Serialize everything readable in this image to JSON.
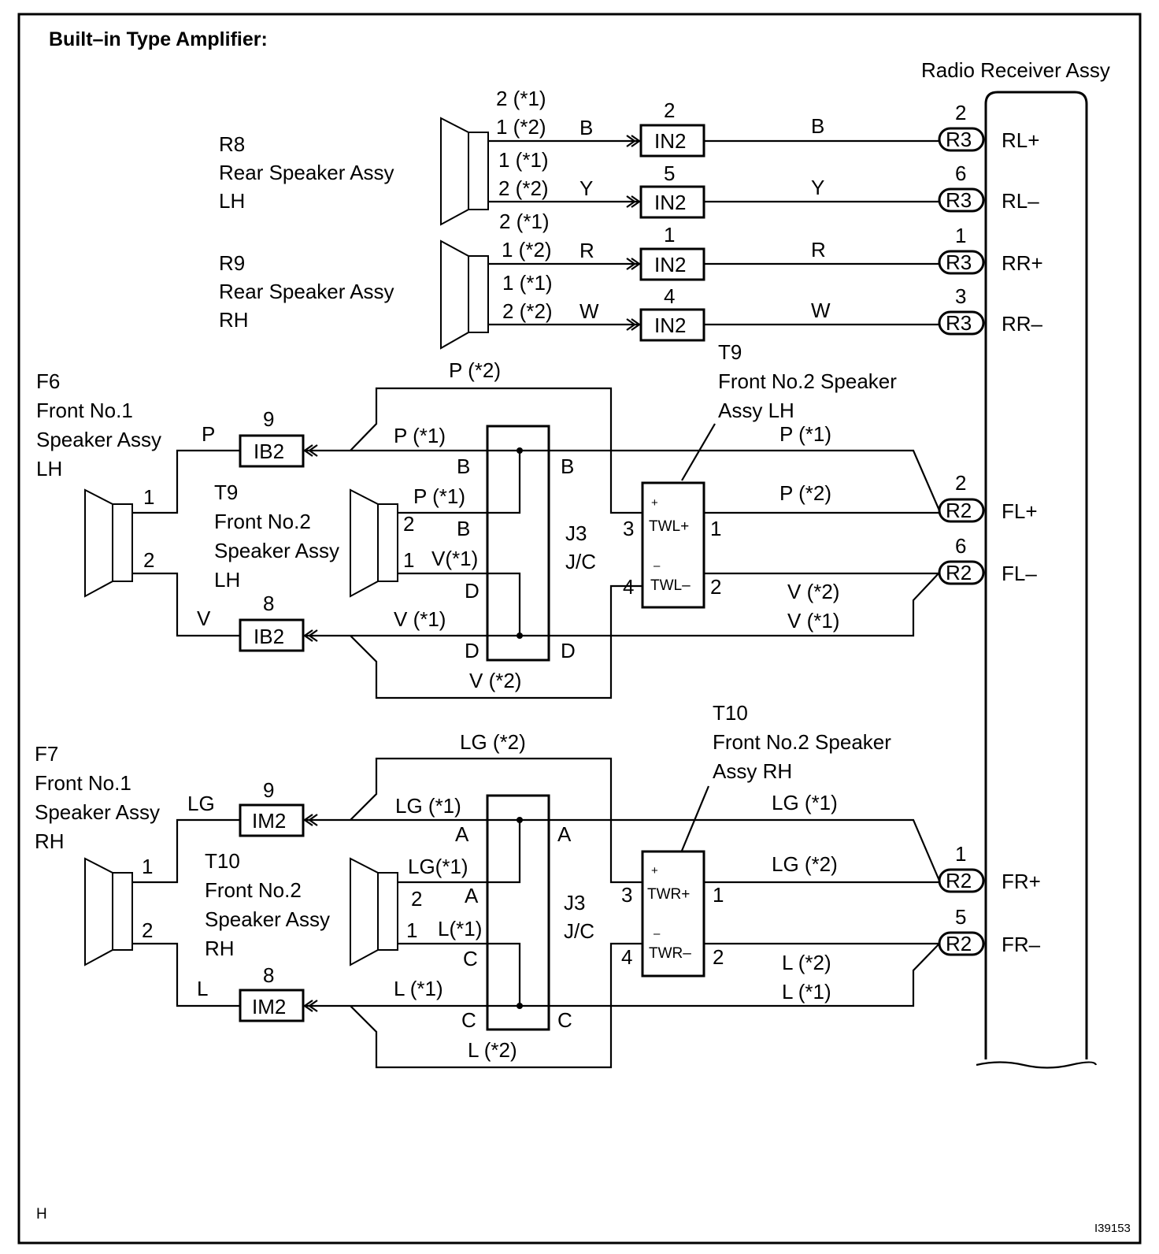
{
  "title": "Built–in Type Amplifier:",
  "radio": {
    "label": "Radio Receiver Assy"
  },
  "terminals": {
    "rl_plus": "RL+",
    "rl_minus": "RL–",
    "rr_plus": "RR+",
    "rr_minus": "RR–",
    "fl_plus": "FL+",
    "fl_minus": "FL–",
    "fr_plus": "FR+",
    "fr_minus": "FR–"
  },
  "connectors": {
    "r3": "R3",
    "r2": "R2",
    "in2": "IN2",
    "ib2": "IB2",
    "im2": "IM2",
    "twl_plus": "TWL+",
    "twl_minus": "TWL–",
    "twr_plus": "TWR+",
    "twr_minus": "TWR–",
    "plus": "+",
    "minus": "–"
  },
  "components": {
    "r8": {
      "code": "R8",
      "line1": "Rear  Speaker Assy",
      "line2": "LH"
    },
    "r9": {
      "code": "R9",
      "line1": "Rear  Speaker Assy",
      "line2": "RH"
    },
    "f6": {
      "code": "F6",
      "line1": "Front No.1",
      "line2": "Speaker Assy",
      "line3": "LH"
    },
    "t9_inner": {
      "code": "T9",
      "line1": "Front No.2",
      "line2": "Speaker Assy",
      "line3": "LH"
    },
    "t9_top": {
      "code": "T9",
      "line1": "Front No.2 Speaker",
      "line2": "Assy LH"
    },
    "f7": {
      "code": "F7",
      "line1": "Front No.1",
      "line2": "Speaker Assy",
      "line3": "RH"
    },
    "t10_inner": {
      "code": "T10",
      "line1": "Front No.2",
      "line2": "Speaker Assy",
      "line3": "RH"
    },
    "t10_top": {
      "code": "T10",
      "line1": "Front No.2 Speaker",
      "line2": "Assy RH"
    },
    "jc": {
      "code": "J3",
      "name": "J/C"
    }
  },
  "pins": {
    "two_s1": "2 (*1)",
    "one_s2": "1 (*2)",
    "one_s1": "1 (*1)",
    "two_s2": "2 (*2)",
    "p1": "1",
    "p2": "2",
    "p3": "3",
    "p4": "4",
    "p5": "5",
    "p6": "6",
    "p8": "8",
    "p9": "9"
  },
  "wires": {
    "b": "B",
    "y": "Y",
    "r": "R",
    "w": "W",
    "p": "P",
    "v": "V",
    "lg": "LG",
    "l": "L",
    "p_s1": "P (*1)",
    "p_s2": "P (*2)",
    "v_s1": "V (*1)",
    "v_s2": "V (*2)",
    "v_s1_tight": "V(*1)",
    "p_s1_a": "P  (*1)",
    "p_s2_a": "P  (*2)",
    "lg_s1": "LG (*1)",
    "lg_s2": "LG  (*2)",
    "lg_s1_tight": "LG(*1)",
    "l_s1": "L  (*1)",
    "l_s2": "L  (*2)",
    "l_s1_tight": "L(*1)",
    "l_s2_b": "L (*2)",
    "v_s1_a": "V  (*1)",
    "v_s2_a": "V  (*2)"
  },
  "jc_terminals": {
    "a": "A",
    "b": "B",
    "c": "C",
    "d": "D"
  },
  "footer": {
    "left": "H",
    "right": "I39153"
  }
}
